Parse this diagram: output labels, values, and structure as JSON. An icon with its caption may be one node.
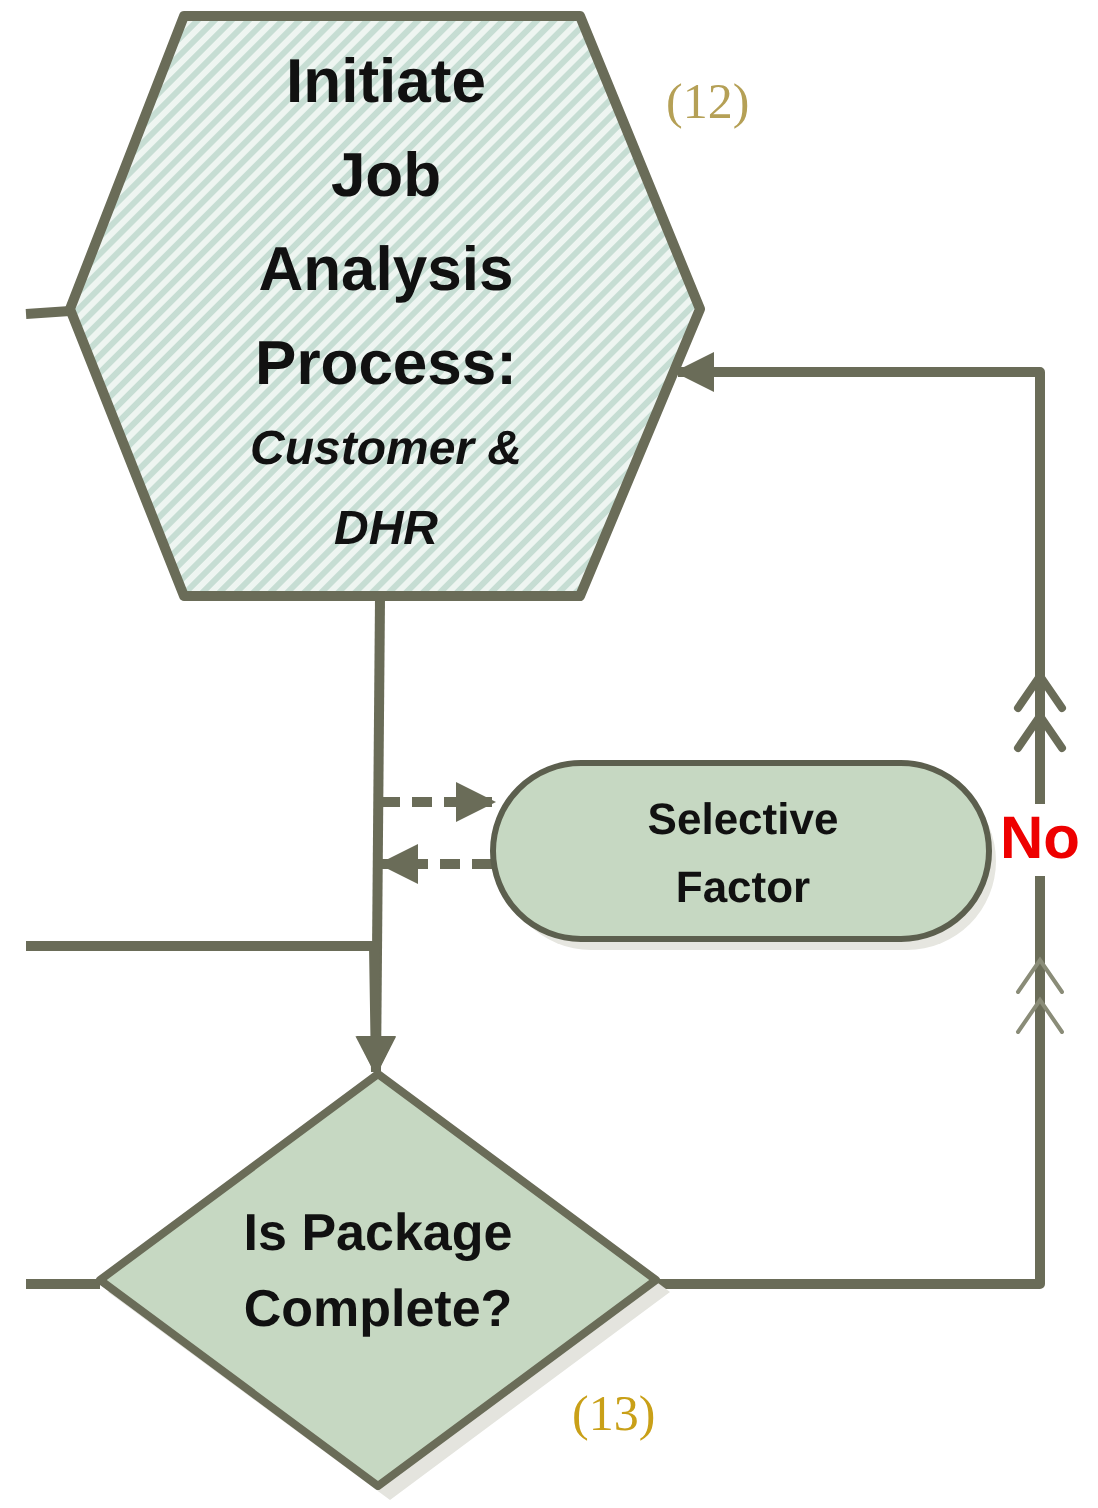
{
  "diagram": {
    "nodes": [
      {
        "text": [
          "Initiate Job Analysis Process:",
          "Customer & DHR"
        ],
        "beside": [
          "(12)"
        ]
      },
      {
        "text": [
          "Selective Factor"
        ]
      },
      {
        "text": [
          "Is Package Complete?"
        ],
        "beside": [
          "(13)"
        ]
      }
    ],
    "edges": [
      {
        "from": null,
        "to": 0,
        "arrow": "none"
      },
      {
        "from": 0,
        "to": 2,
        "arrow": "to"
      },
      {
        "from": null,
        "to": 2,
        "arrow": "to"
      },
      {
        "from": null,
        "to": 1,
        "arrow": "to",
        "style": "dashed"
      },
      {
        "from": 1,
        "to": null,
        "arrow": "to",
        "style": "dashed"
      },
      {
        "from": 2,
        "to": 0,
        "arrow": "to",
        "label": "No"
      },
      {
        "from": null,
        "to": 2,
        "arrow": "none"
      }
    ]
  }
}
